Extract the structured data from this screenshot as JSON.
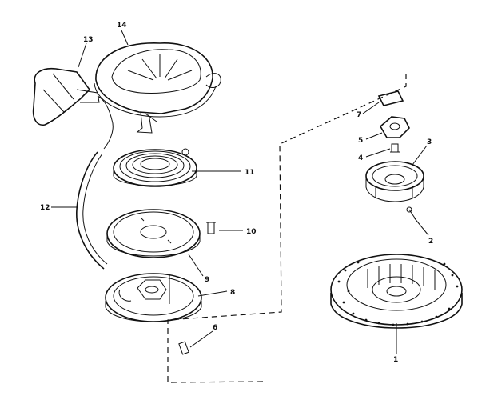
{
  "callouts": [
    {
      "id": "c14",
      "text": "14"
    },
    {
      "id": "c13",
      "text": "13"
    },
    {
      "id": "c11",
      "text": "11"
    },
    {
      "id": "c12",
      "text": "12"
    },
    {
      "id": "c10",
      "text": "10"
    },
    {
      "id": "c9",
      "text": "9"
    },
    {
      "id": "c8",
      "text": "8"
    },
    {
      "id": "c6",
      "text": "6"
    },
    {
      "id": "c7",
      "text": "7"
    },
    {
      "id": "c5",
      "text": "5"
    },
    {
      "id": "c4",
      "text": "4"
    },
    {
      "id": "c3",
      "text": "3"
    },
    {
      "id": "c2",
      "text": "2"
    },
    {
      "id": "c1",
      "text": "1"
    }
  ]
}
